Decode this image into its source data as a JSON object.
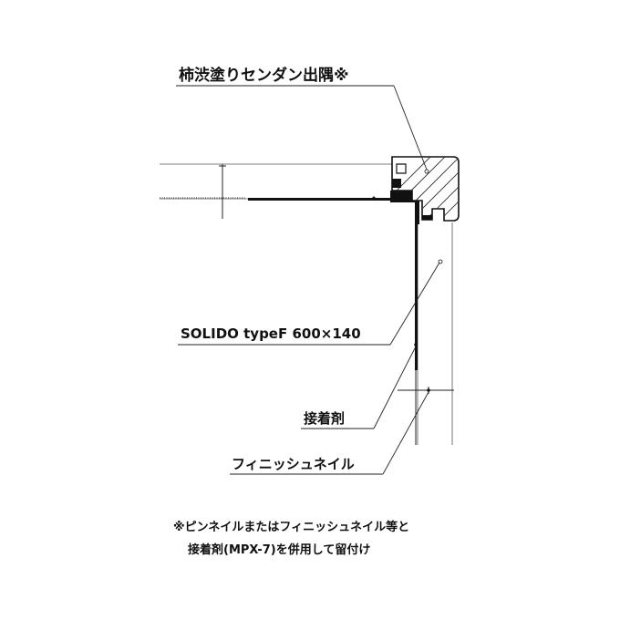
{
  "labels": {
    "corner_piece": "柿渋塗りセンダン出隅※",
    "panel": "SOLIDO typeF 600×140",
    "adhesive": "接着剤",
    "nail": "フィニッシュネイル"
  },
  "note": {
    "line1": "※ピンネイルまたはフィニッシュネイル等と",
    "line2": "接着剤(MPX-7)を併用して留付け"
  }
}
